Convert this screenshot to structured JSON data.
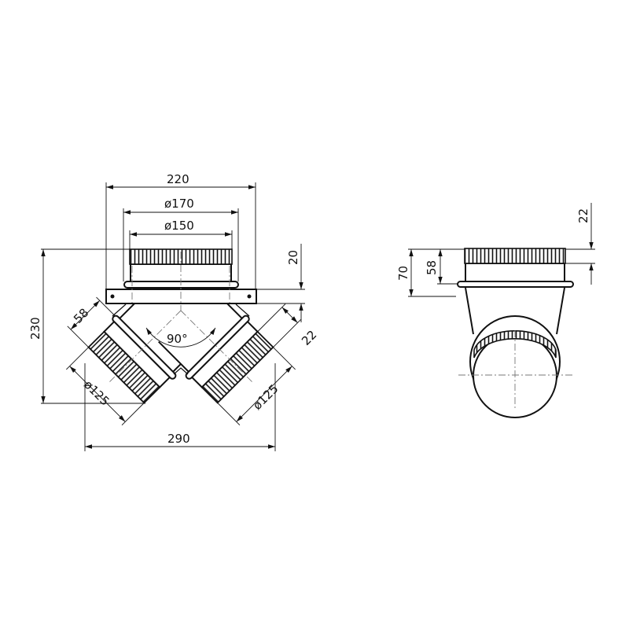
{
  "front_view": {
    "dim_width_flange": "220",
    "dim_diameter_outer": "ø170",
    "dim_diameter_inner": "ø150",
    "dim_flange_thickness": "20",
    "dim_total_height": "230",
    "dim_leg_length": "58",
    "dim_rib_length": "22",
    "dim_leg_diameter_left": "ø125",
    "dim_leg_diameter_right": "ø125",
    "dim_angle": "90°",
    "dim_total_width": "290"
  },
  "side_view": {
    "dim_height": "70",
    "dim_collar": "58",
    "dim_rib": "22"
  }
}
